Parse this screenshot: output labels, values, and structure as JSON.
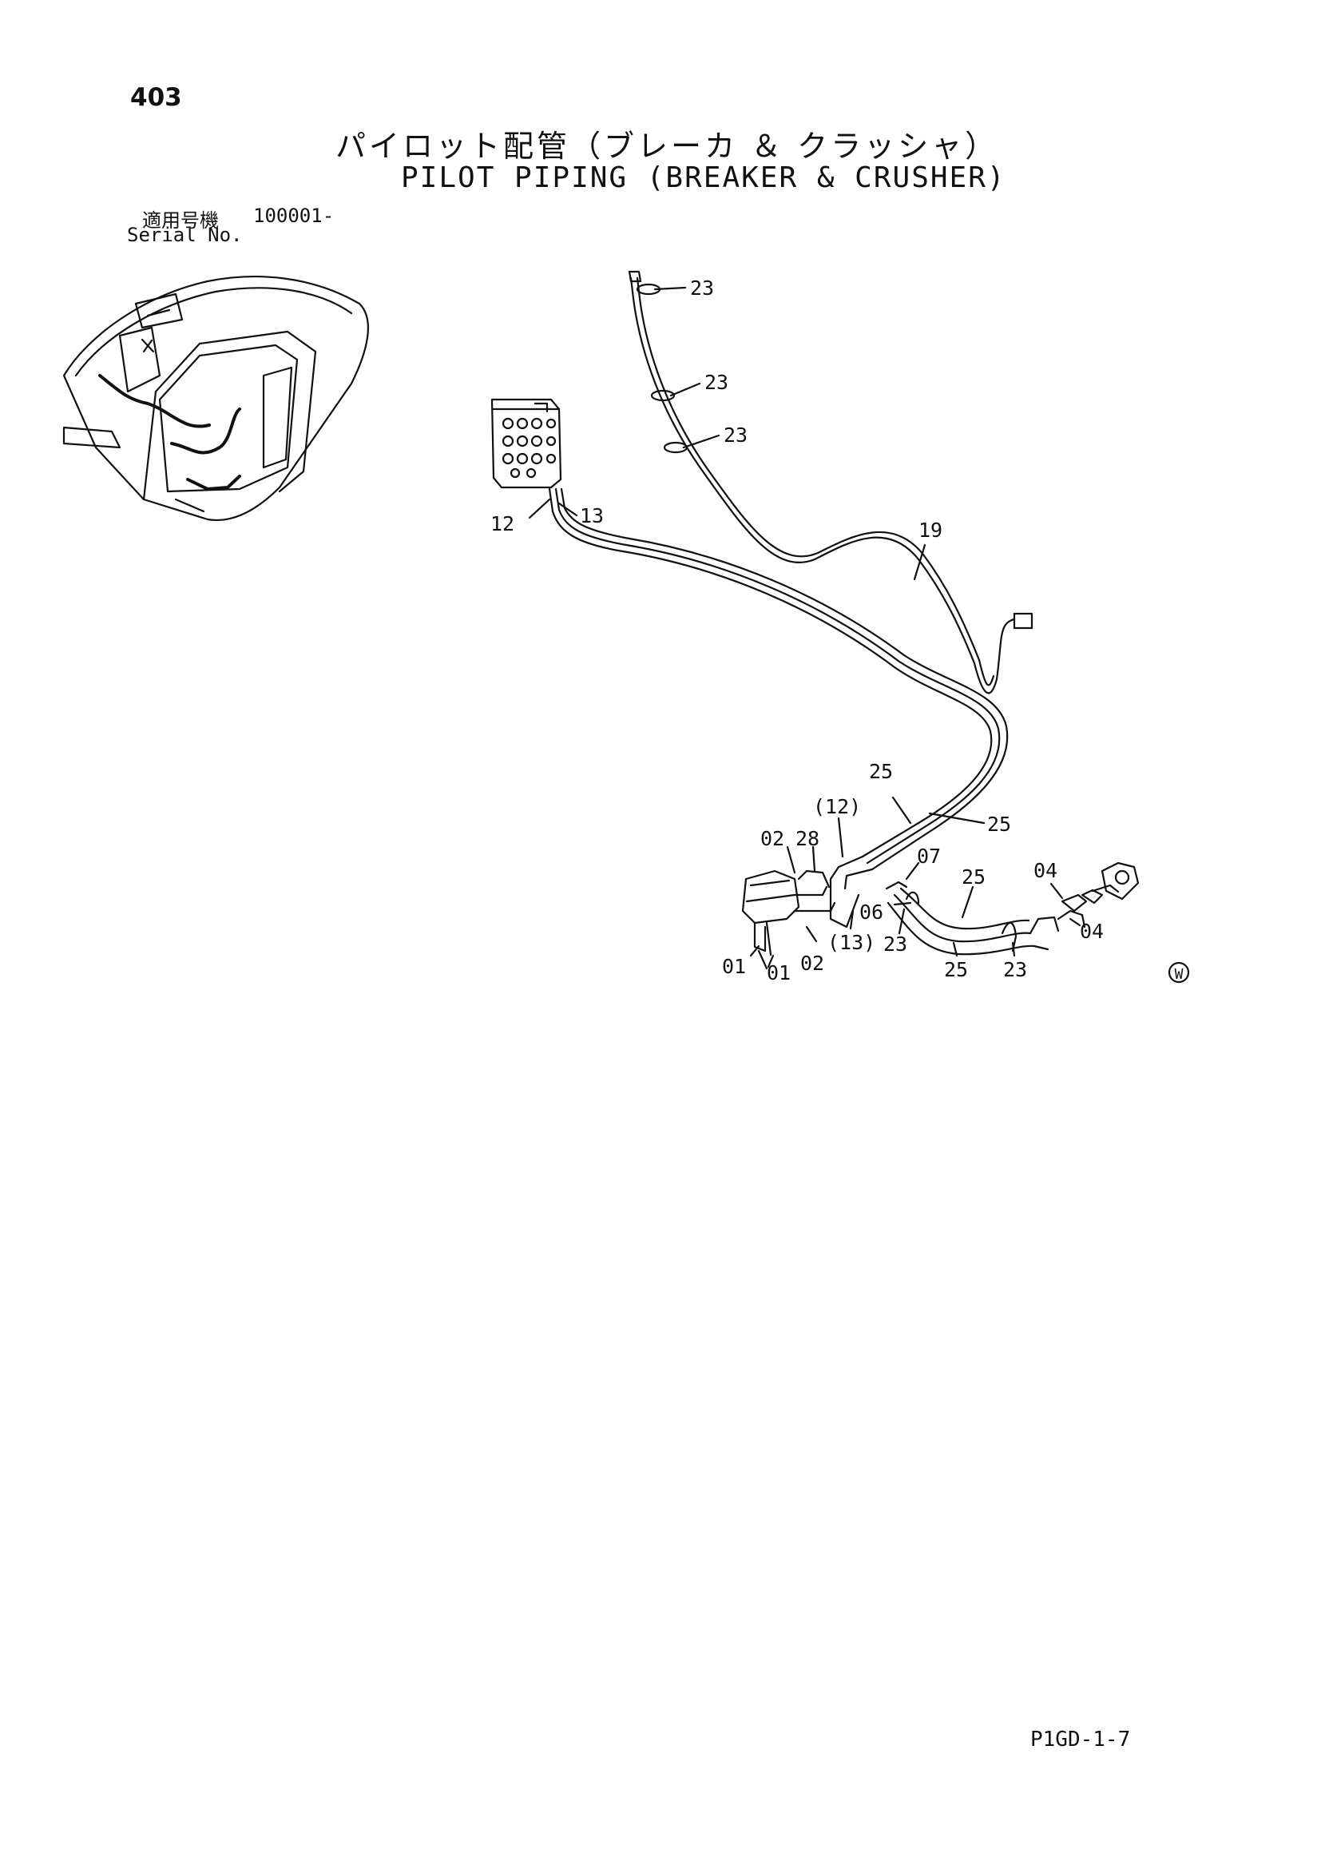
{
  "page_number": "403",
  "title_jp": "パイロット配管（ブレーカ ＆ クラッシャ）",
  "title_en": "PILOT PIPING (BREAKER & CRUSHER)",
  "serial": {
    "label_jp": "適用号機",
    "value": "100001-",
    "label_en": "Serial No."
  },
  "callouts": [
    "23",
    "23",
    "23",
    "12",
    "13",
    "19",
    "25",
    "(12)",
    "25",
    "02",
    "28",
    "07",
    "25",
    "04",
    "06",
    "23",
    "04",
    "(13)",
    "01",
    "01",
    "02",
    "25",
    "23"
  ],
  "mark": "W",
  "footer_code": "P1GD-1-7"
}
